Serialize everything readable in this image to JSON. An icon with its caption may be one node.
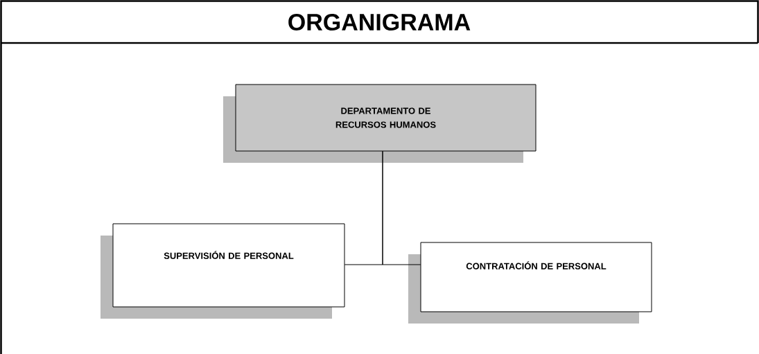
{
  "diagram": {
    "title": "ORGANIGRAMA",
    "nodes": [
      {
        "text": [
          "DEPARTAMENTO DE RECURSOS HUMANOS"
        ]
      },
      {
        "text": [
          "SUPERVISIÓN DE PERSONAL"
        ]
      },
      {
        "text": [
          "CONTRATACIÓN DE PERSONAL"
        ]
      }
    ],
    "edges": [
      {
        "from": 0,
        "to": 1,
        "arrow": "none"
      },
      {
        "from": 0,
        "to": 2,
        "arrow": "none"
      }
    ]
  }
}
